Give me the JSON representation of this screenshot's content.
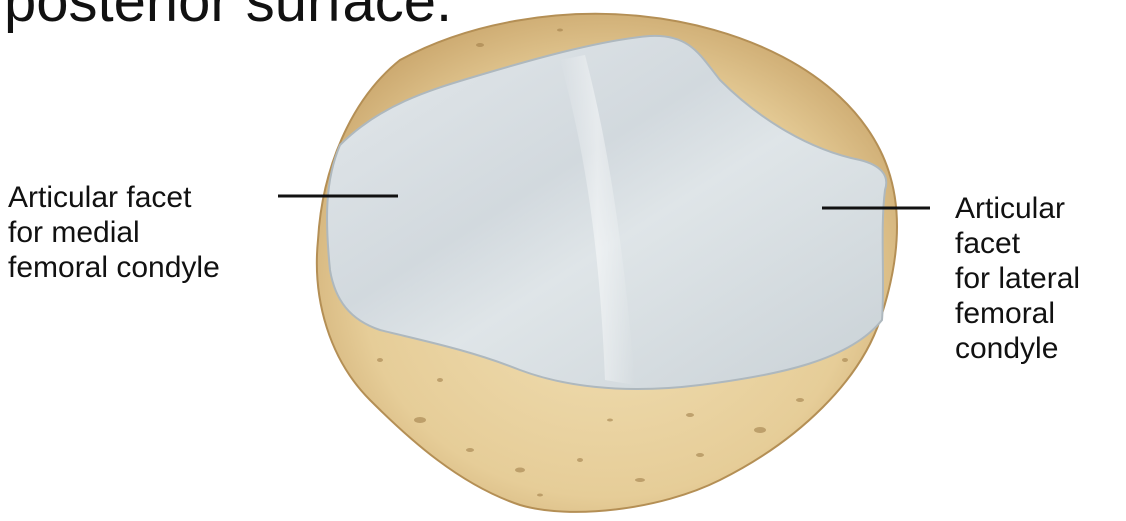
{
  "title": "posterior surface.",
  "labels": {
    "medial": [
      "Articular facet",
      "for medial",
      "femoral condyle"
    ],
    "lateral": [
      "Articular",
      "facet",
      "for lateral",
      "femoral",
      "condyle"
    ]
  },
  "colors": {
    "bone": "#e9d3a3",
    "bone_shadow": "#c9a56b",
    "cartilage": "#d6dde1",
    "cartilage_highlight": "#e8edf0",
    "leader_line": "#111111"
  }
}
